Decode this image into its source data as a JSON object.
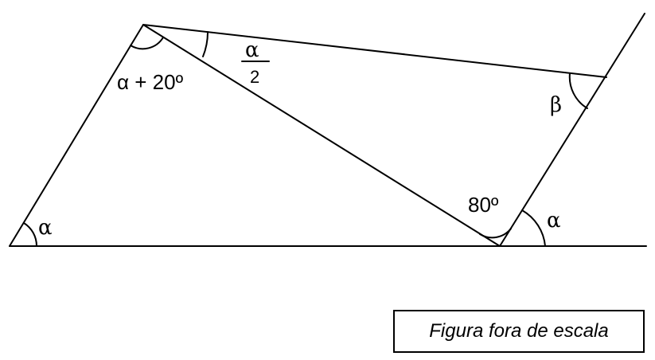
{
  "labels": {
    "alpha_bottom_left": "α",
    "alpha_plus_20": "α + 20º",
    "alpha_half_num": "α",
    "alpha_half_den": "2",
    "beta": "β",
    "eighty": "80º",
    "alpha_bottom_right": "α"
  },
  "caption": "Figura fora de escala",
  "colors": {
    "stroke": "#000000",
    "background": "#ffffff"
  }
}
